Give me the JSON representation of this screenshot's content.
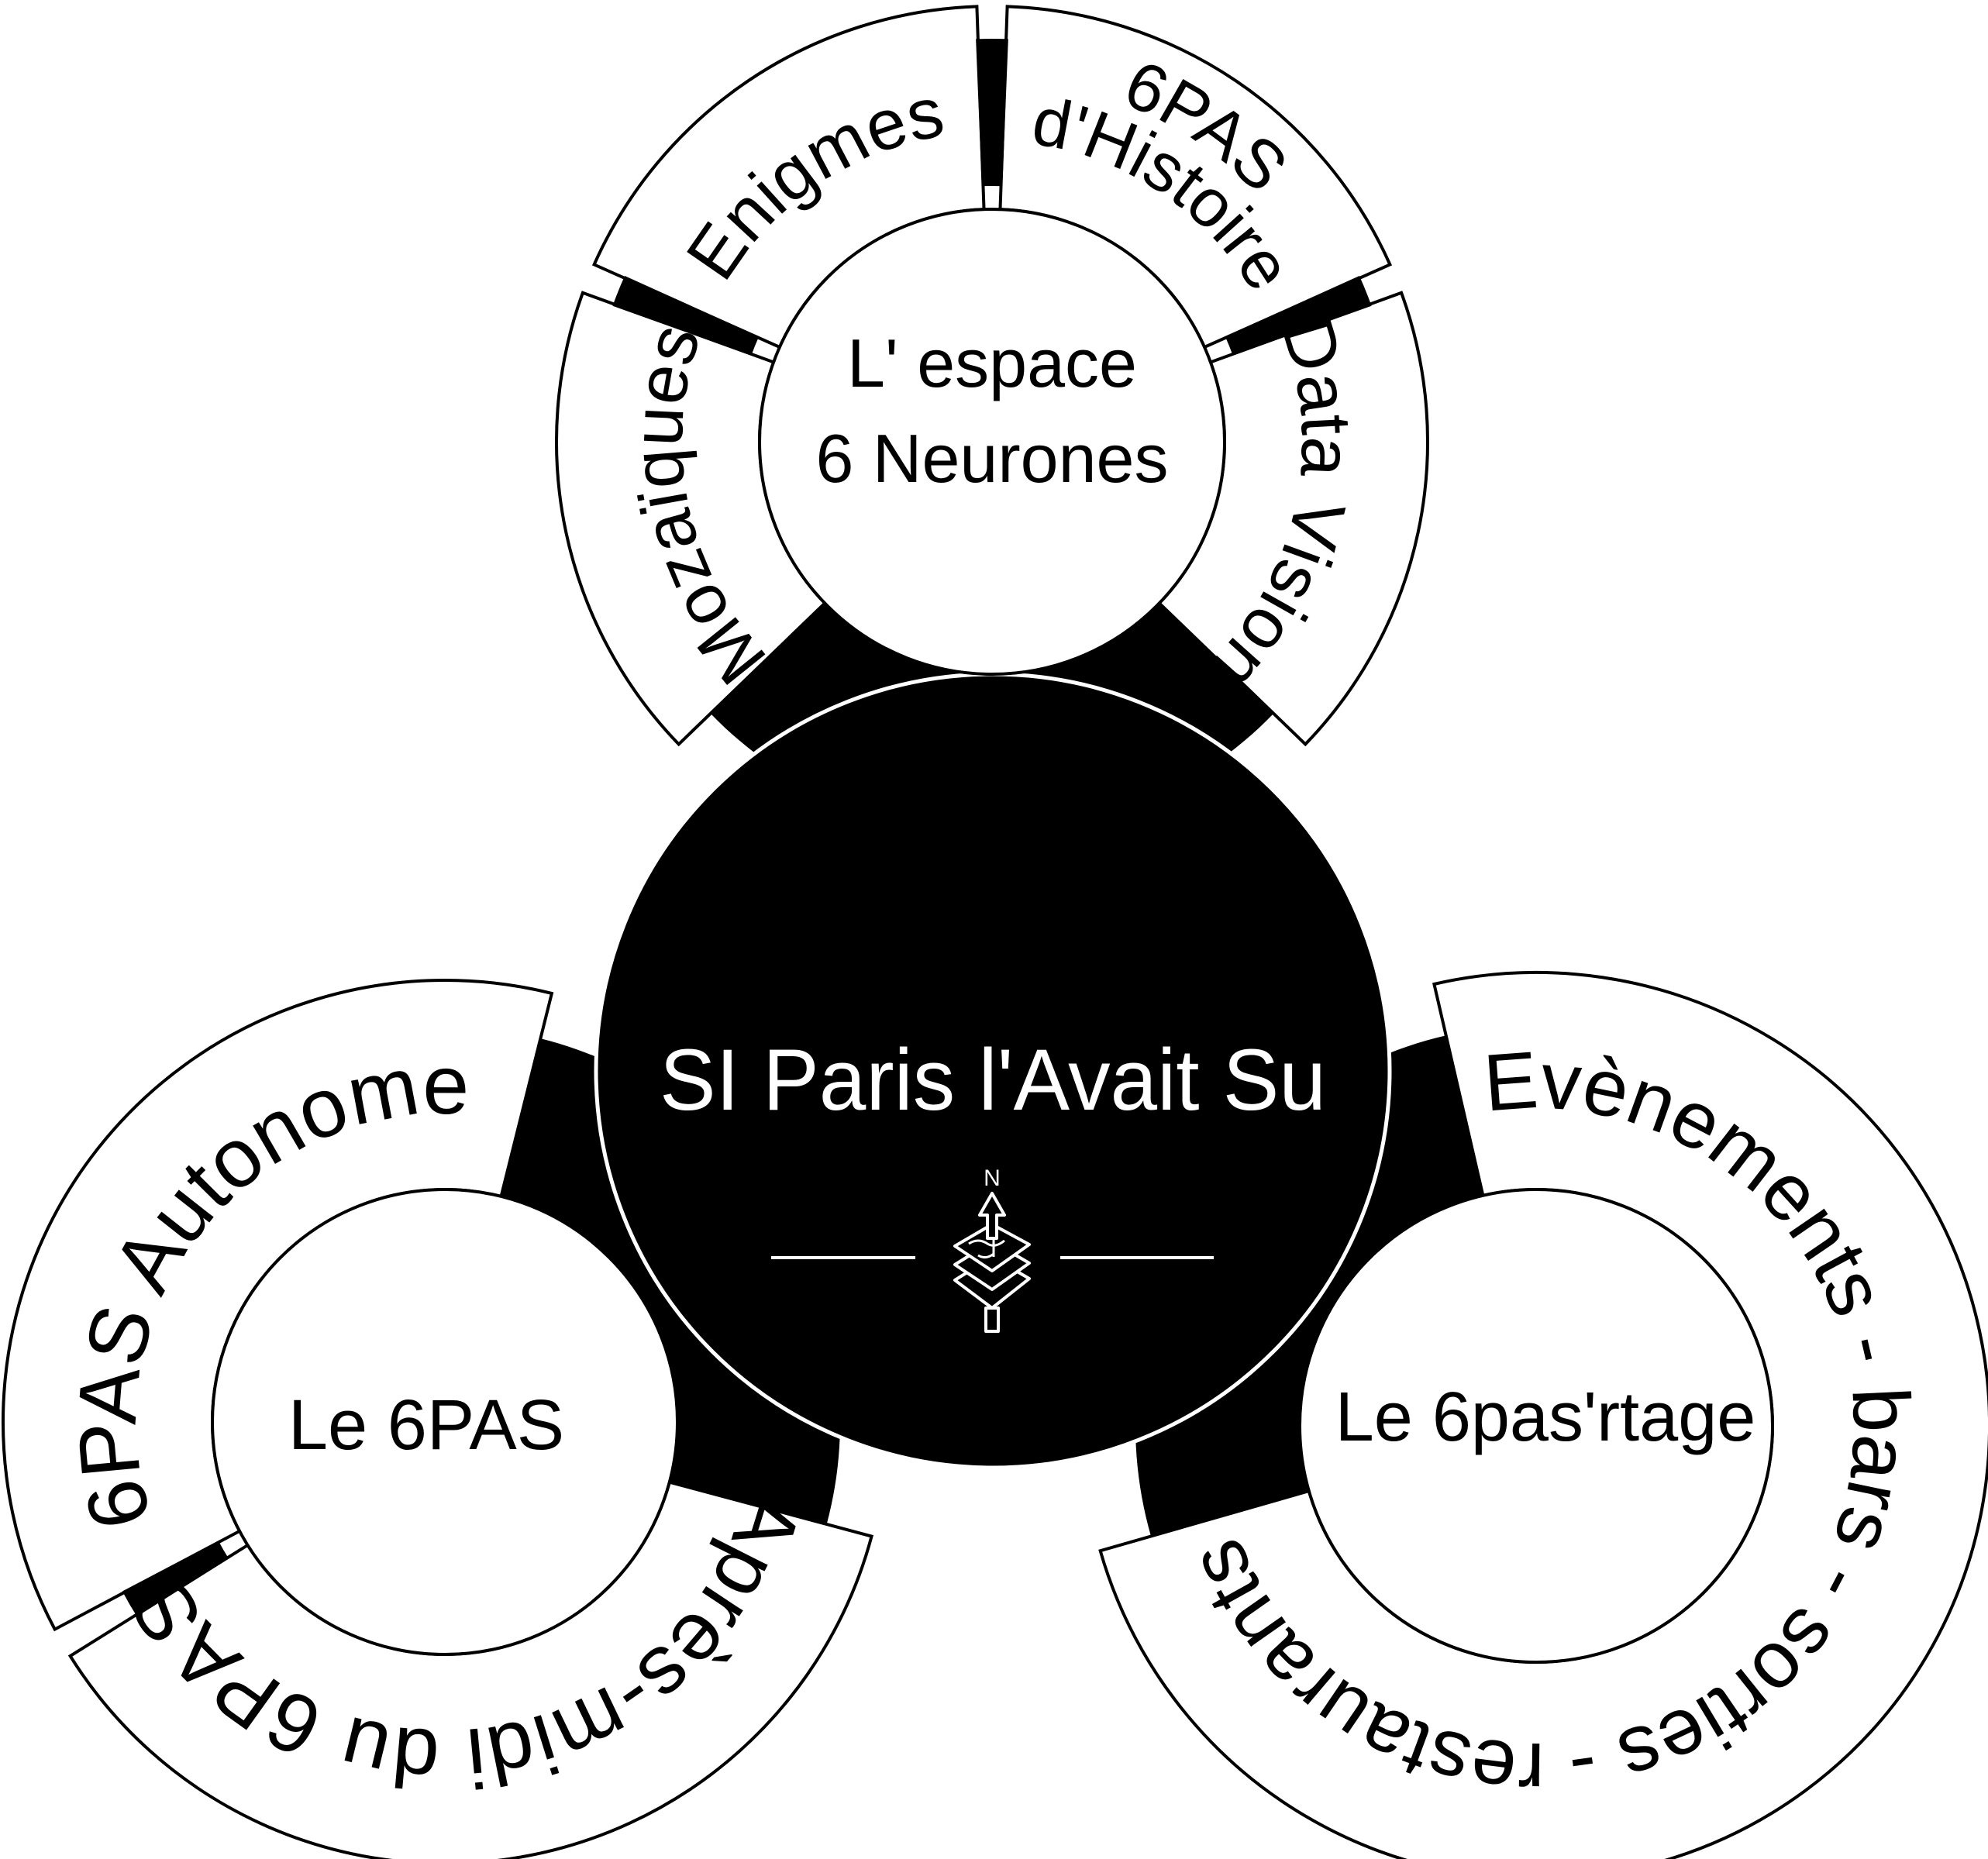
{
  "colors": {
    "ink": "#000000",
    "paper": "#ffffff"
  },
  "center": {
    "title": "SI Paris l'Avait Su",
    "logo": {
      "icon": "compass-map-stack-icon",
      "letter": "N"
    }
  },
  "clusters": {
    "top": {
      "hub_line1": "L' espace",
      "hub_line2": "6 Neurones",
      "segments": [
        "Mozaïques",
        "Enigmes",
        "6PAS",
        "d'Histoire",
        "Data Vision"
      ]
    },
    "left": {
      "hub": "Le 6PAS",
      "segments": [
        "6PAS Autonome",
        "Après-midi du 6PAS"
      ]
    },
    "right": {
      "hub": "Le 6pas'rtage",
      "segments": [
        "Evènements - bars - sorties - restaurants"
      ]
    }
  }
}
